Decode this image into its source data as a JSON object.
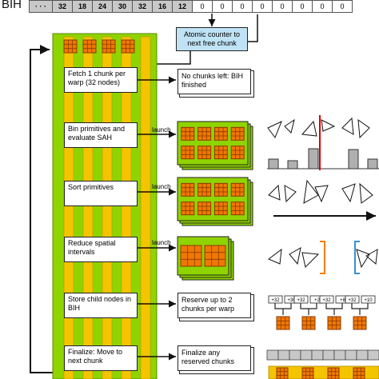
{
  "bih_label": "BIH",
  "bih_cells": [
    "· · ·",
    "32",
    "18",
    "24",
    "30",
    "32",
    "16",
    "12",
    "0",
    "0",
    "0",
    "0",
    "0",
    "0",
    "0",
    "0"
  ],
  "atomic_counter": "Atomic counter to next free chunk",
  "kernels": [
    "Fetch 1 chunk per warp (32 nodes)",
    "Bin primitives and evaluate SAH",
    "Sort primitives",
    "Reduce spatial intervals",
    "Store child nodes in BIH",
    "Finalize: Move to next chunk"
  ],
  "outputs": {
    "no_chunks": "No chunks left: BIH finished",
    "reserve": "Reserve up to 2 chunks per warp",
    "finalize": "Finalize any reserved chunks"
  },
  "launch_label": "launch",
  "offset_tags": [
    "+32",
    "+30",
    "+32",
    "+2",
    "+32",
    "+8",
    "+32",
    "+10"
  ],
  "colors": {
    "sm_green": "#8fd400",
    "lane_yellow": "#f5c400",
    "chip_orange": "#f07800",
    "chip_brown": "#8a3a00",
    "atomic_blue": "#bfe3f5",
    "red_line": "#e00000",
    "orange_bracket": "#f08000",
    "blue_bracket": "#3a8fd8"
  }
}
